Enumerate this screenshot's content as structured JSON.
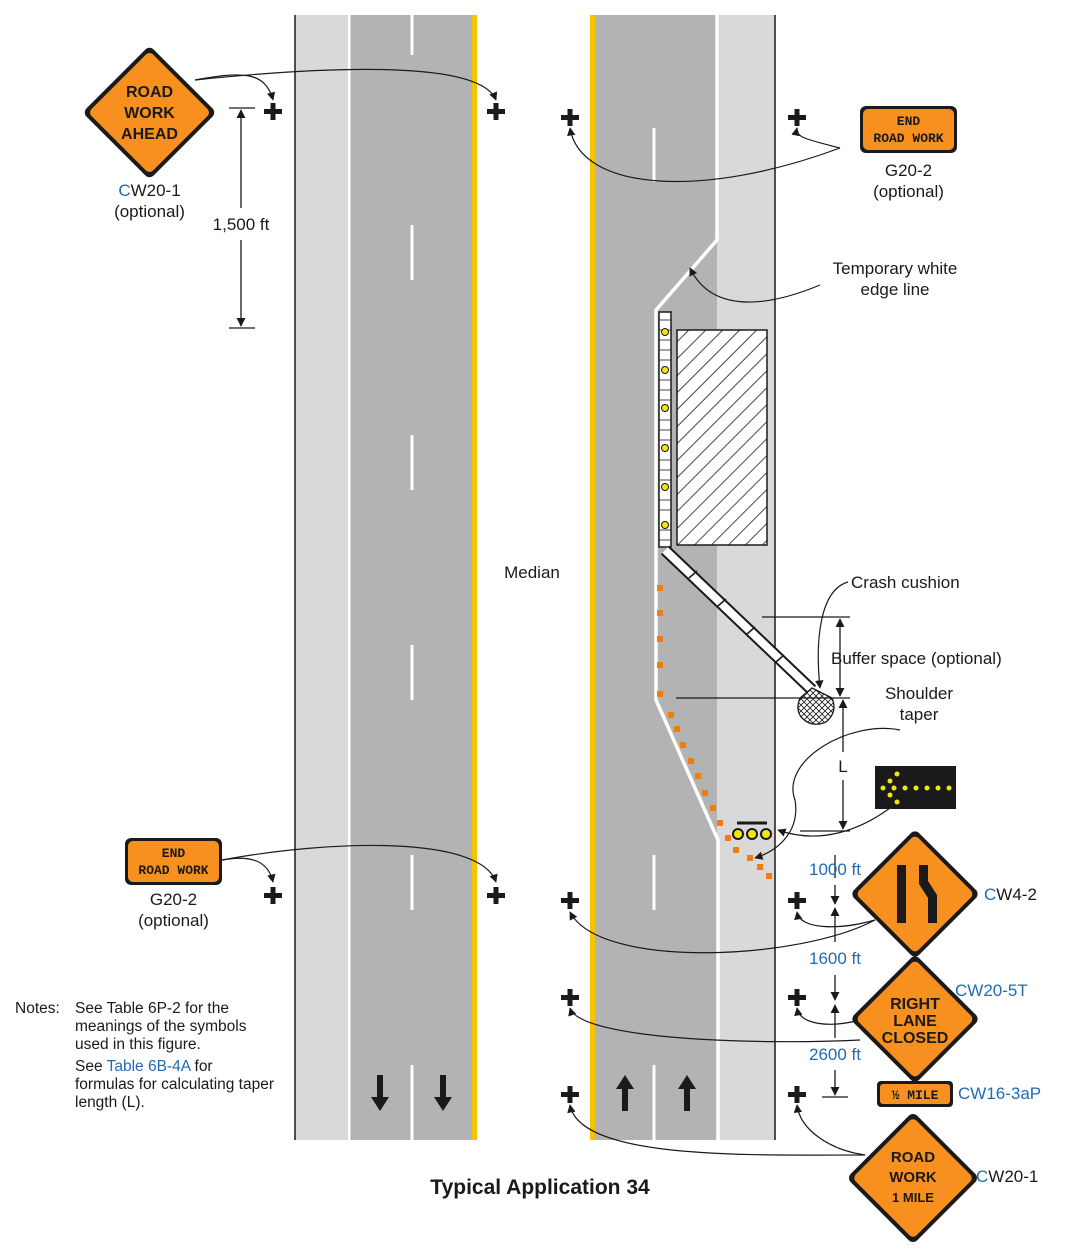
{
  "colors": {
    "shoulder": "#d9d9d9",
    "lane": "#b3b3b3",
    "yellow": "#f5c400",
    "sign_orange": "#f7901e",
    "blue": "#1f6bb5",
    "cone_orange": "#f07c14"
  },
  "signs": {
    "road_work_ahead": {
      "lines": [
        "ROAD",
        "WORK",
        "AHEAD"
      ],
      "code_prefix": "C",
      "code": "W20-1",
      "note": "(optional)"
    },
    "end_road_work_top": {
      "lines": [
        "END",
        "ROAD WORK"
      ],
      "code": "G20-2",
      "note": "(optional)"
    },
    "end_road_work_left": {
      "lines": [
        "END",
        "ROAD WORK"
      ],
      "code": "G20-2",
      "note": "(optional)"
    },
    "lane_merge": {
      "code": "CW4-2"
    },
    "right_lane_closed": {
      "lines": [
        "RIGHT",
        "LANE",
        "CLOSED"
      ],
      "code": "CW20-5T"
    },
    "half_mile": {
      "text": "½ MILE",
      "code": "CW16-3aP"
    },
    "road_work_1_mile": {
      "lines": [
        "ROAD",
        "WORK",
        "1 MILE"
      ],
      "code": "CW20-1"
    }
  },
  "labels": {
    "distance_1500": "1,500 ft",
    "temp_edge_line": [
      "Temporary white",
      "edge line"
    ],
    "median": "Median",
    "crash_cushion": "Crash cushion",
    "buffer_space": "Buffer space (optional)",
    "shoulder_taper": [
      "Shoulder",
      "taper"
    ],
    "taper_length": "L",
    "d_1000": "1000 ft",
    "d_1600": "1600 ft",
    "d_2600": "2600 ft"
  },
  "notes": {
    "heading": "Notes:",
    "note1": "See Table 6P-2 for the meanings of the symbols used in this figure.",
    "note2_prefix": "See ",
    "note2_link": "Table 6B-4A",
    "note2_suffix": " for formulas for calculating taper length (L)."
  },
  "title": "Typical Application 34"
}
